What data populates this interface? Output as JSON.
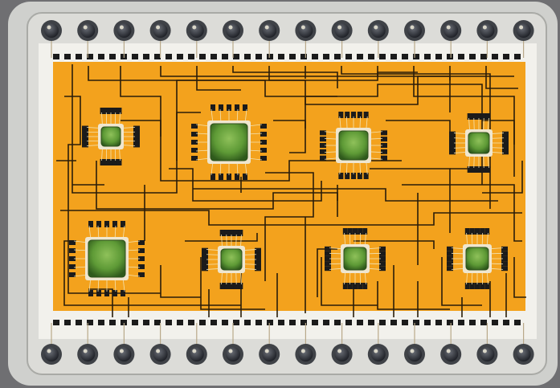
{
  "photo": {
    "subject": "hybrid-microcircuit",
    "colors": {
      "background": "#6f6f72",
      "frame": "#cfd0cd",
      "frame_shadow": "#9c9d9b",
      "lead_ring": "#3f4247",
      "lead_core": "#121419",
      "lead_highlight": "#d9d6c8",
      "ceramic": "#f2f1ec",
      "substrate": "#f3a21d",
      "trace": "#2a1d0a",
      "pad": "#1b1b1b",
      "die": "#4e8a2f",
      "die_highlight": "#8fc15a",
      "bond_wire": "#f3e3b2"
    },
    "lead_rows": [
      {
        "position": "top",
        "count": 14
      },
      {
        "position": "bottom",
        "count": 14
      }
    ],
    "chips": [
      {
        "id": "chip-1",
        "size": "small"
      },
      {
        "id": "chip-2",
        "size": "large"
      },
      {
        "id": "chip-3",
        "size": "medium"
      },
      {
        "id": "chip-4",
        "size": "small"
      },
      {
        "id": "chip-5",
        "size": "large"
      },
      {
        "id": "chip-6",
        "size": "small"
      },
      {
        "id": "chip-7",
        "size": "small"
      },
      {
        "id": "chip-8",
        "size": "small"
      }
    ]
  }
}
